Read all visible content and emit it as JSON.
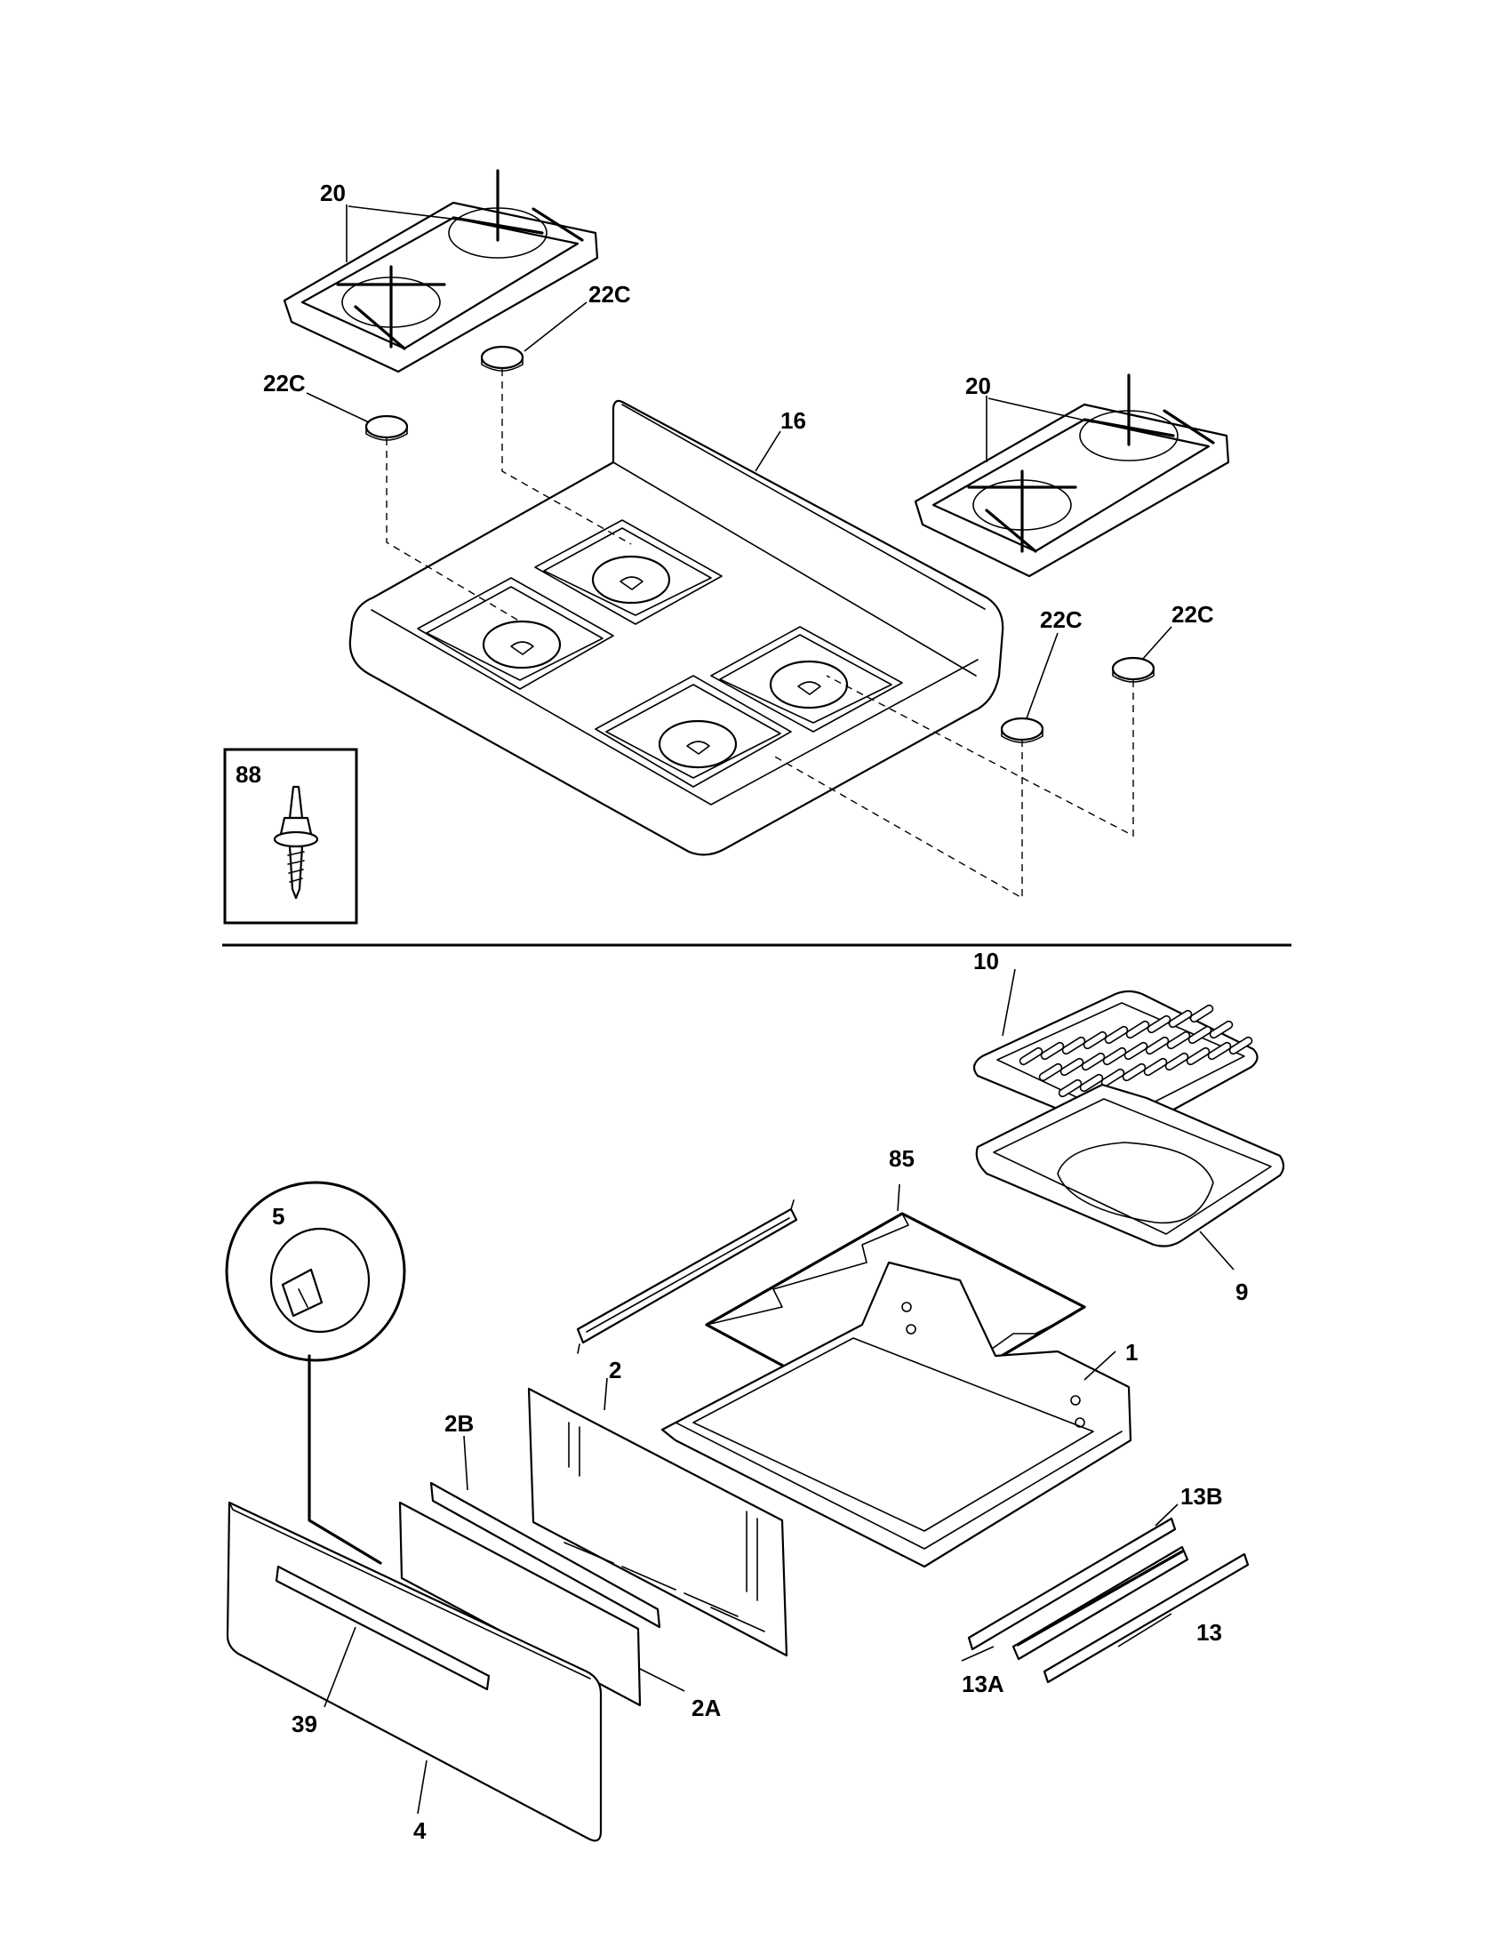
{
  "callouts": {
    "grate_left": "20",
    "grate_right": "20",
    "foot_left_top": "22C",
    "foot_left_bottom": "22C",
    "foot_right_left": "22C",
    "foot_right_right": "22C",
    "cooktop": "16",
    "screw": "88",
    "broiler_grid": "10",
    "broiler_pan": "9",
    "drawer_rack": "85",
    "roller": "5",
    "drawer_body": "1",
    "drawer_back": "2",
    "drawer_liner": "2B",
    "drawer_clip": "2A",
    "drawer_front": "4",
    "drawer_handle": "39",
    "slide_rail": "13",
    "slide_inner": "13A",
    "slide_outer": "13B"
  }
}
